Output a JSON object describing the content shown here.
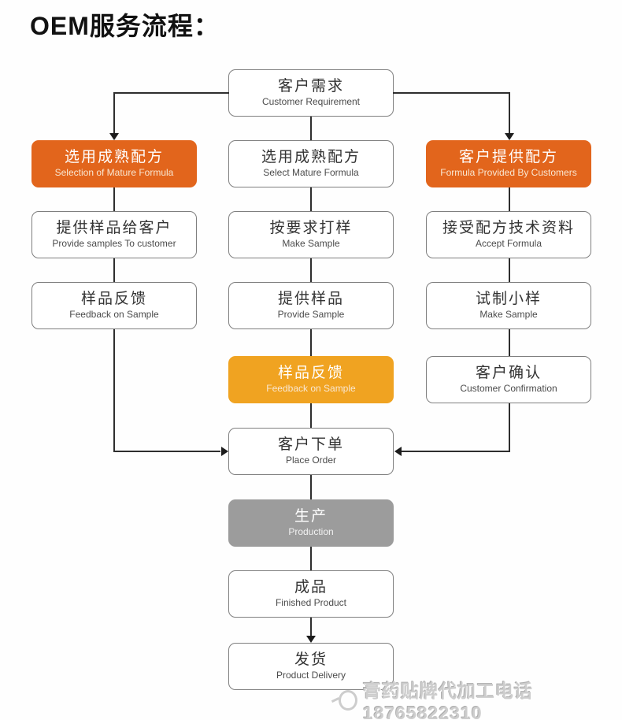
{
  "title": "OEM服务流程：",
  "nodes": {
    "customer_requirement": {
      "zh": "客户需求",
      "en": "Customer Requirement"
    },
    "selection_mature_formula": {
      "zh": "选用成熟配方",
      "en": "Selection of Mature Formula"
    },
    "select_mature_formula": {
      "zh": "选用成熟配方",
      "en": "Select Mature Formula"
    },
    "formula_provided_by_customers": {
      "zh": "客户提供配方",
      "en": "Formula  Provided By Customers"
    },
    "provide_samples_to_customer": {
      "zh": "提供样品给客户",
      "en": "Provide samples To customer"
    },
    "make_sample_mid": {
      "zh": "按要求打样",
      "en": "Make Sample"
    },
    "accept_formula": {
      "zh": "接受配方技术资料",
      "en": "Accept Formula"
    },
    "feedback_on_sample_left": {
      "zh": "样品反馈",
      "en": "Feedback on Sample"
    },
    "provide_sample": {
      "zh": "提供样品",
      "en": "Provide Sample"
    },
    "make_small_sample": {
      "zh": "试制小样",
      "en": "Make Sample"
    },
    "feedback_on_sample_mid": {
      "zh": "样品反馈",
      "en": "Feedback on Sample"
    },
    "customer_confirmation": {
      "zh": "客户确认",
      "en": "Customer Confirmation"
    },
    "place_order": {
      "zh": "客户下单",
      "en": "Place Order"
    },
    "production": {
      "zh": "生产",
      "en": "Production"
    },
    "finished_product": {
      "zh": "成品",
      "en": "Finished Product"
    },
    "product_delivery": {
      "zh": "发货",
      "en": "Product Delivery"
    }
  },
  "watermark": "膏药贴牌代加工电话18765822310",
  "colors": {
    "accent_orange": "#e2651c",
    "accent_amber": "#f0a321",
    "accent_gray": "#9c9c9c"
  }
}
